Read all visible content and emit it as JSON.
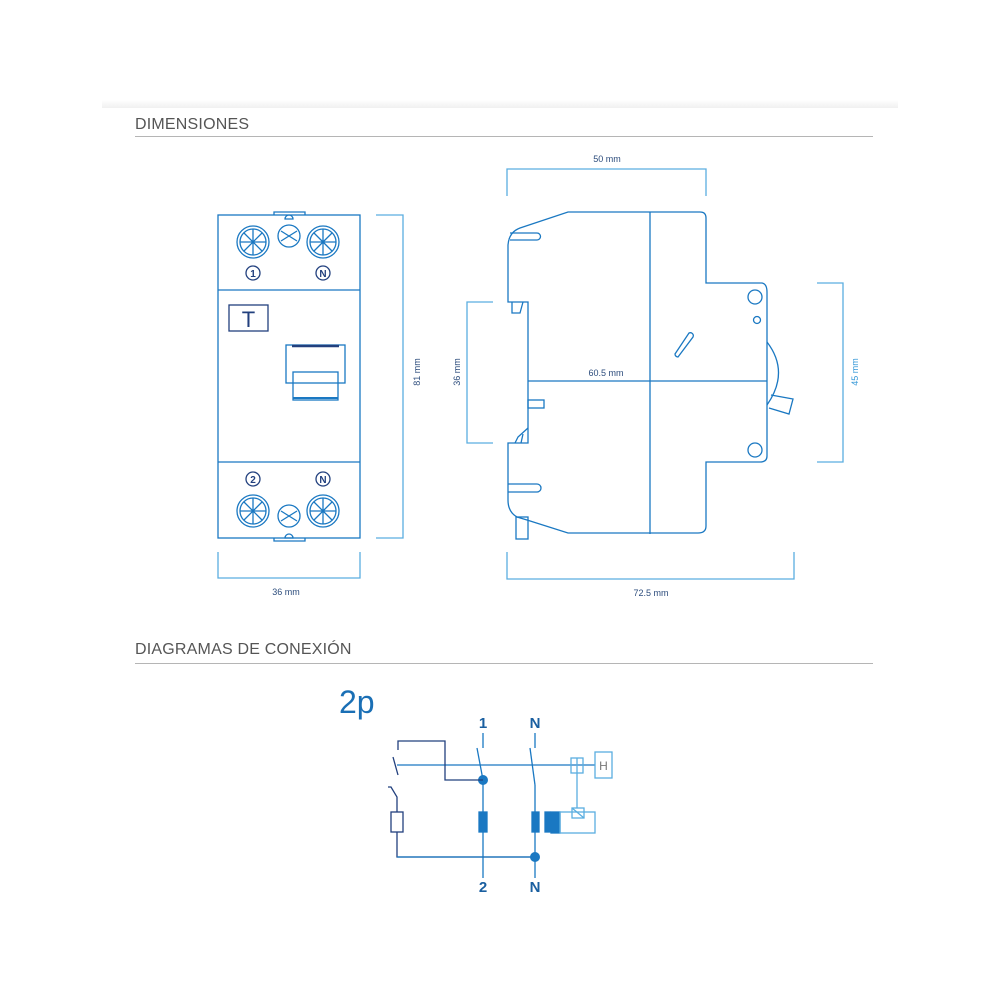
{
  "sections": {
    "dimensions_title": "DIMENSIONES",
    "connection_title": "DIAGRAMAS DE CONEXIÓN"
  },
  "front_view": {
    "top_labels": [
      "1",
      "N"
    ],
    "bottom_labels": [
      "2",
      "N"
    ],
    "type_badge": "T",
    "height_label": "81 mm",
    "width_label": "36 mm"
  },
  "side_view": {
    "top_label": "50 mm",
    "depth_label": "60.5 mm",
    "rail_label": "36 mm",
    "front_label": "45 mm",
    "total_label": "72.5 mm"
  },
  "diagram": {
    "pole_title": "2p",
    "top_terminals": [
      "1",
      "N"
    ],
    "bottom_terminals": [
      "2",
      "N"
    ],
    "test_box": "H"
  },
  "colors": {
    "line": "#1a78c2",
    "dark": "#22407e",
    "light": "#5aaee0",
    "text": "#555555"
  }
}
